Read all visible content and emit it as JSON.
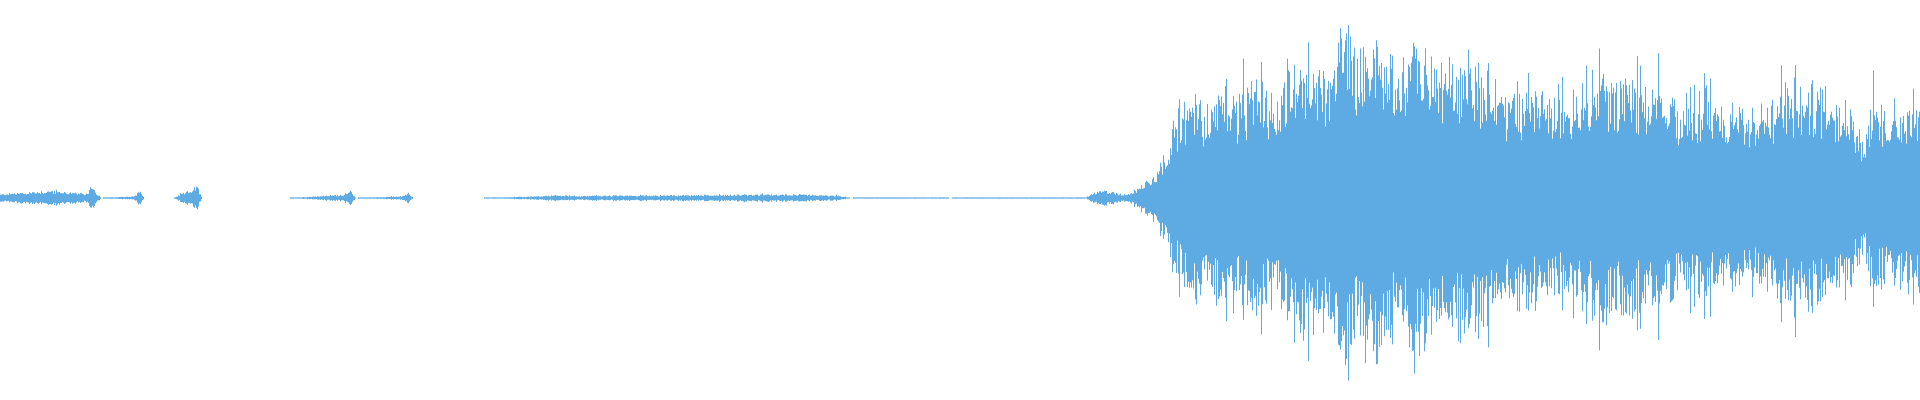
{
  "waveform": {
    "color": "#5dabe2",
    "background": "#ffffff",
    "envelope": [
      [
        0,
        0.02
      ],
      [
        5,
        0.03
      ],
      [
        10,
        0.04
      ],
      [
        15,
        0.03
      ],
      [
        18,
        0.02
      ],
      [
        19,
        0.08
      ],
      [
        20,
        0.03
      ],
      [
        21,
        0.0
      ],
      [
        28,
        0.01
      ],
      [
        29,
        0.04
      ],
      [
        30,
        0.0
      ],
      [
        36,
        0.0
      ],
      [
        41,
        0.06
      ],
      [
        42,
        0.0
      ],
      [
        60,
        0.0
      ],
      [
        72,
        0.02
      ],
      [
        73,
        0.04
      ],
      [
        74,
        0.0
      ],
      [
        84,
        0.01
      ],
      [
        85,
        0.03
      ],
      [
        86,
        0.0
      ],
      [
        100,
        0.0
      ],
      [
        113,
        0.01
      ],
      [
        115,
        0.015
      ],
      [
        120,
        0.012
      ],
      [
        130,
        0.014
      ],
      [
        140,
        0.015
      ],
      [
        155,
        0.018
      ],
      [
        165,
        0.02
      ],
      [
        175,
        0.012
      ],
      [
        177,
        0.0
      ],
      [
        180,
        0.003
      ],
      [
        190,
        0.002
      ],
      [
        196,
        0.003
      ],
      [
        198,
        0.0
      ],
      [
        200,
        0.003
      ],
      [
        210,
        0.002
      ],
      [
        218,
        0.002
      ],
      [
        222,
        0.003
      ],
      [
        226,
        0.002
      ],
      [
        228,
        0.03
      ],
      [
        230,
        0.04
      ],
      [
        234,
        0.02
      ],
      [
        236,
        0.03
      ],
      [
        238,
        0.08
      ],
      [
        240,
        0.12
      ],
      [
        242,
        0.2
      ],
      [
        244,
        0.35
      ],
      [
        246,
        0.48
      ],
      [
        249,
        0.55
      ],
      [
        252,
        0.5
      ],
      [
        255,
        0.62
      ],
      [
        258,
        0.52
      ],
      [
        262,
        0.6
      ],
      [
        266,
        0.55
      ],
      [
        270,
        0.78
      ],
      [
        273,
        0.68
      ],
      [
        276,
        0.65
      ],
      [
        280,
        0.95
      ],
      [
        283,
        0.72
      ],
      [
        286,
        0.92
      ],
      [
        289,
        0.75
      ],
      [
        292,
        0.68
      ],
      [
        295,
        0.85
      ],
      [
        298,
        0.7
      ],
      [
        302,
        0.68
      ],
      [
        306,
        0.75
      ],
      [
        310,
        0.65
      ],
      [
        314,
        0.55
      ],
      [
        318,
        0.6
      ],
      [
        322,
        0.52
      ],
      [
        326,
        0.55
      ],
      [
        330,
        0.62
      ],
      [
        334,
        0.66
      ],
      [
        338,
        0.64
      ],
      [
        342,
        0.58
      ],
      [
        346,
        0.55
      ],
      [
        350,
        0.5
      ],
      [
        354,
        0.54
      ],
      [
        358,
        0.52
      ],
      [
        361,
        0.45
      ],
      [
        364,
        0.44
      ],
      [
        368,
        0.5
      ],
      [
        372,
        0.58
      ],
      [
        376,
        0.55
      ],
      [
        380,
        0.6
      ],
      [
        383,
        0.55
      ],
      [
        386,
        0.46
      ],
      [
        388,
        0.28
      ],
      [
        390,
        0.5
      ],
      [
        394,
        0.48
      ],
      [
        398,
        0.5
      ],
      [
        400,
        0.5
      ]
    ]
  }
}
